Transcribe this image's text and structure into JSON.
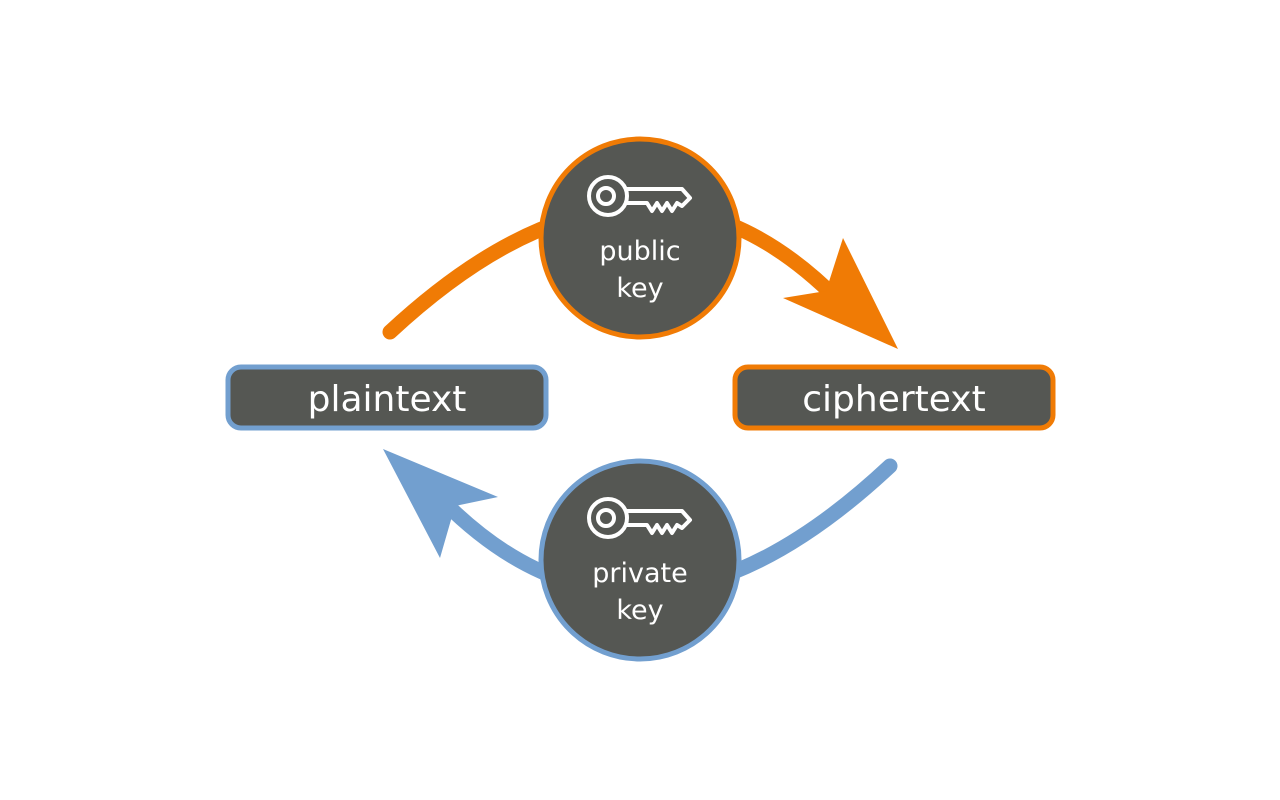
{
  "colors": {
    "encrypt": "#f07b05",
    "decrypt": "#729fcf",
    "fill": "#555753",
    "text": "#ffffff",
    "background": "#ffffff"
  },
  "nodes": {
    "plaintext": {
      "label": "plaintext"
    },
    "ciphertext": {
      "label": "ciphertext"
    }
  },
  "keys": {
    "public": {
      "line1": "public",
      "line2": "key",
      "icon": "key-icon"
    },
    "private": {
      "line1": "private",
      "line2": "key",
      "icon": "key-icon"
    }
  }
}
